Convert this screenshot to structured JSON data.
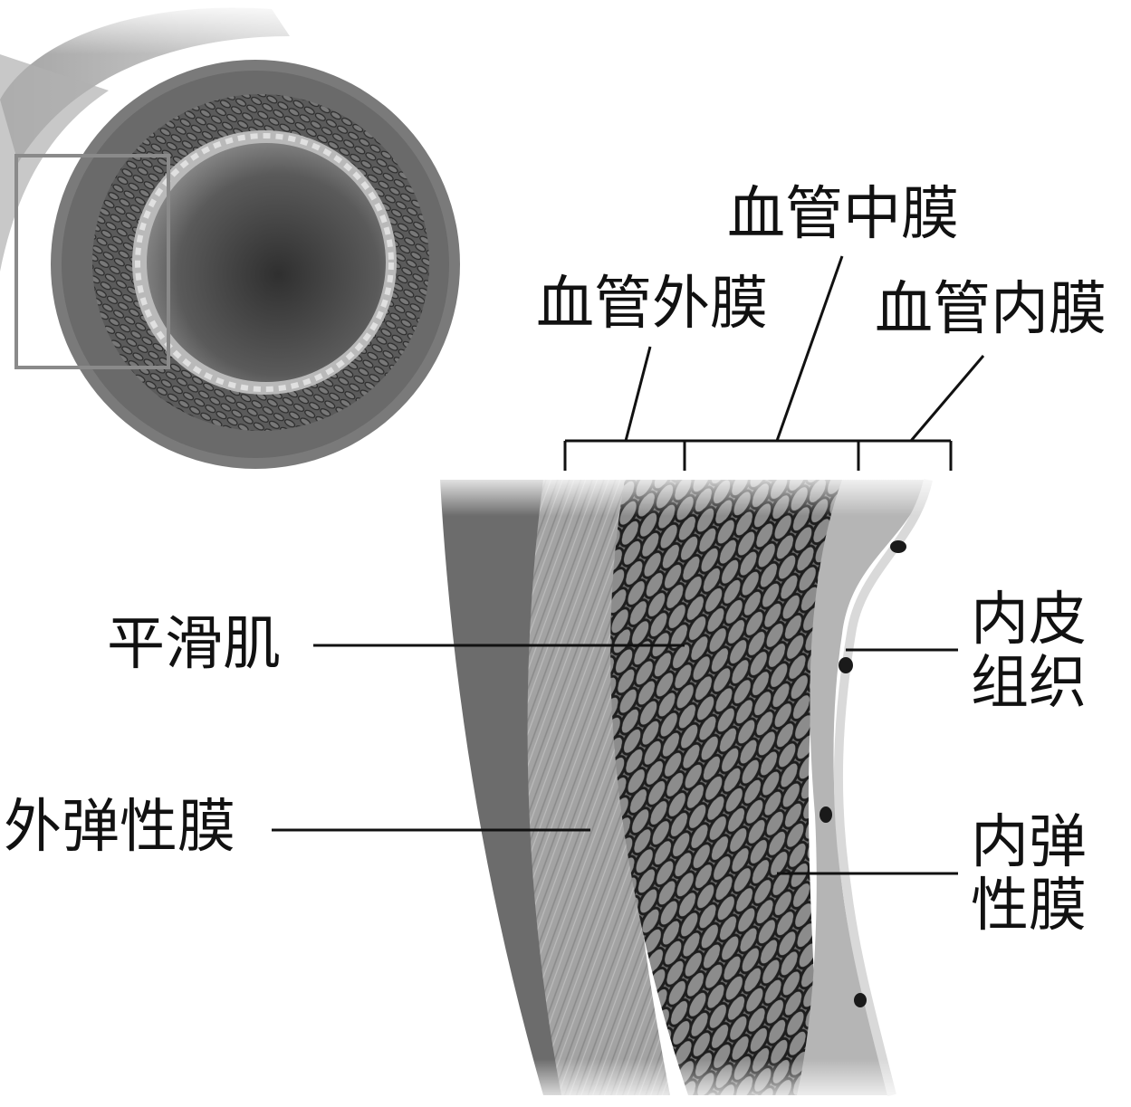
{
  "labels": {
    "tunica_media": "血管中膜",
    "tunica_adventitia": "血管外膜",
    "tunica_intima": "血管内膜",
    "smooth_muscle": "平滑肌",
    "external_elastic_membrane": "外弹性膜",
    "endothelium_line1": "内皮",
    "endothelium_line2": "组织",
    "internal_elastic_membrane_line1": "内弹",
    "internal_elastic_membrane_line2": "性膜"
  },
  "colors": {
    "background": "#ffffff",
    "text": "#111111",
    "leader_line": "#111111",
    "outer_wall": "#6f6f6f",
    "muscle_layer": "#4a4a4a",
    "lumen": "#3a3a3a",
    "cross_section_light": "#b8b8b8"
  }
}
